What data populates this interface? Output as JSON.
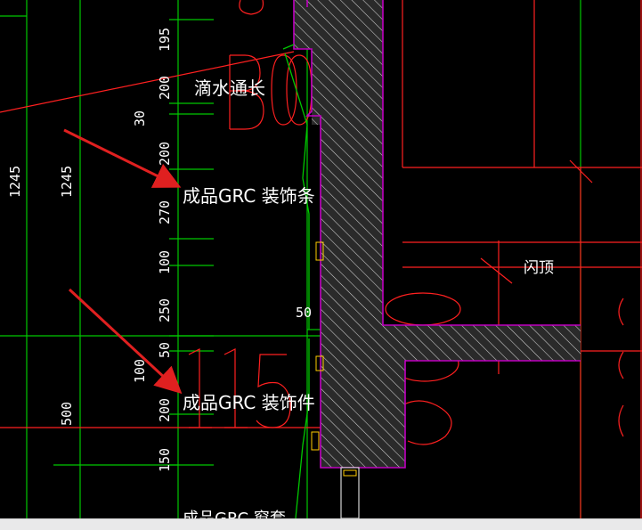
{
  "labels": {
    "drip_groove": "滴水通长",
    "grc_strip": "成品GRC 装饰条",
    "grc_piece": "成品GRC 装饰件",
    "grc_window_cover": "成品GRC 窗套",
    "flat_top": "闪顶"
  },
  "dimensions": {
    "d195": "195",
    "d200a": "200",
    "d30": "30",
    "d200b": "200",
    "d270": "270",
    "d100a": "100",
    "d250": "250",
    "d50a": "50",
    "d100b": "100",
    "d200c": "200",
    "d150": "150",
    "d1245a": "1245",
    "d1245b": "1245",
    "d500": "500",
    "d50b": "50"
  },
  "colors": {
    "background": "#000000",
    "grid_green": "#00c800",
    "line_red": "#ff2020",
    "wall_outline": "#c000c0",
    "hatch": "#b8b8b8",
    "arrow": "#e02020",
    "text": "#ffffff"
  }
}
